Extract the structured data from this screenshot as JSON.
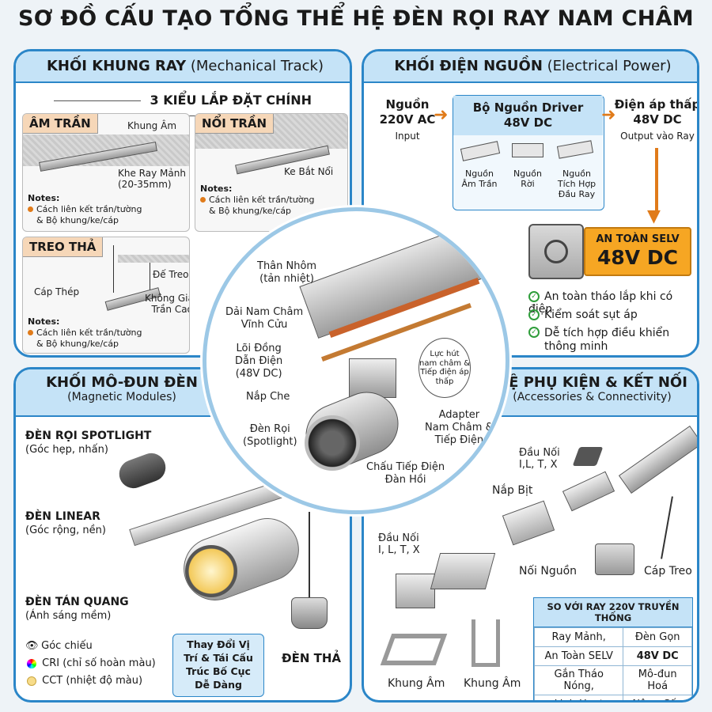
{
  "title": "SƠ ĐỒ CẤU TẠO TỔNG THỂ HỆ ĐÈN RỌI RAY NAM CHÂM",
  "track": {
    "head_bold": "KHỐI KHUNG RAY",
    "head_light": "(Mechanical Track)",
    "subtitle": "3 KIỂU LẮP ĐẶT CHÍNH",
    "recessed": {
      "tag": "ÂM TRẦN",
      "label_frame": "Khung Âm",
      "label_slot": "Khe Ray Mảnh\n(20-35mm)"
    },
    "surface": {
      "tag": "NỔI TRẦN",
      "label_bracket": "Ke Bắt Nổi"
    },
    "pendant": {
      "tag": "TREO THẢ",
      "label_base": "Đế Treo",
      "label_cable": "Cáp Thép",
      "label_space": "Không Gian\nTrần Cao"
    },
    "notes_title": "Notes:",
    "note_line1": "Cách liên kết trần/tường",
    "note_line2": "& Bộ khung/ke/cáp"
  },
  "power": {
    "head_bold": "KHỐI ĐIỆN NGUỒN",
    "head_light": "(Electrical Power)",
    "input_title": "Nguồn\n220V AC",
    "input_sub": "Input",
    "driver_title": "Bộ Nguồn Driver\n48V DC",
    "output_title": "Điện áp thấp\n48V DC",
    "output_sub": "Output vào Ray",
    "driver1": "Nguồn\nÂm Trần",
    "driver2": "Nguồn\nRời",
    "driver3": "Nguồn\nTích Hợp\nĐầu Ray",
    "selv_line1": "AN TOÀN SELV",
    "selv_line2": "48V DC",
    "benefits": [
      "An toàn tháo lắp khi có điện",
      "Kiểm soát sụt áp",
      "Dễ tích hợp điều khiển\nthông minh"
    ]
  },
  "center": {
    "l_body": "Thân Nhôm\n(tản nhiệt)",
    "l_magnet": "Dải Nam Châm\nVĩnh Cửu",
    "l_core": "Lõi Đồng\nDẫn Điện\n(48V DC)",
    "l_cover": "Nắp Che",
    "l_spot": "Đèn Rọi\n(Spotlight)",
    "l_adapter": "Adapter\nNam Châm &\nTiếp Điện",
    "l_contact": "Chấu Tiếp Điện\nĐàn Hồi",
    "l_force": "Lực hút\nnam châm &\nTiếp điện áp\nthấp"
  },
  "modules": {
    "head_bold": "KHỐI MÔ-ĐUN ĐÈN",
    "head_light": "(Magnetic Modules)",
    "spot_title": "ĐÈN RỌI SPOTLIGHT",
    "spot_sub": "(Góc hẹp, nhấn)",
    "linear_title": "ĐÈN LINEAR",
    "linear_sub": "(Góc rộng, nền)",
    "flood_title": "ĐÈN TÁN QUANG",
    "flood_sub": "(Ánh sáng mềm)",
    "pendant_title": "ĐÈN THẢ",
    "legend1": "Góc chiếu",
    "legend2": "CRI (chỉ số hoàn màu)",
    "legend3": "CCT (nhiệt độ màu)",
    "callout": "Thay Đổi Vị\nTrí & Tái Cấu\nTrúc Bố Cục\nDễ Dàng"
  },
  "accessories": {
    "head_bold": "HỆ PHỤ KIỆN & KẾT NỐI",
    "head_light": "(Accessories & Connectivity)",
    "l_connector_top": "Đầu Nối\nI,L, T, X",
    "l_cap": "Nắp Bịt",
    "l_connector_left": "Đầu Nối\nI, L, T, X",
    "l_power_conn": "Nối Nguồn",
    "l_hanger": "Cáp Treo",
    "l_frame1": "Khung Âm",
    "l_frame2": "Khung Âm",
    "table_title": "SO VỚI RAY 220V TRUYỀN THỐNG",
    "table_rows": [
      [
        "Ray Mảnh,",
        "Đèn Gọn"
      ],
      [
        "An Toàn SELV",
        "48V DC"
      ],
      [
        "Gắn Tháo Nóng,",
        "Mô-đun Hoá"
      ],
      [
        "Linh Hoạt",
        "Nâng Cấp"
      ]
    ]
  }
}
